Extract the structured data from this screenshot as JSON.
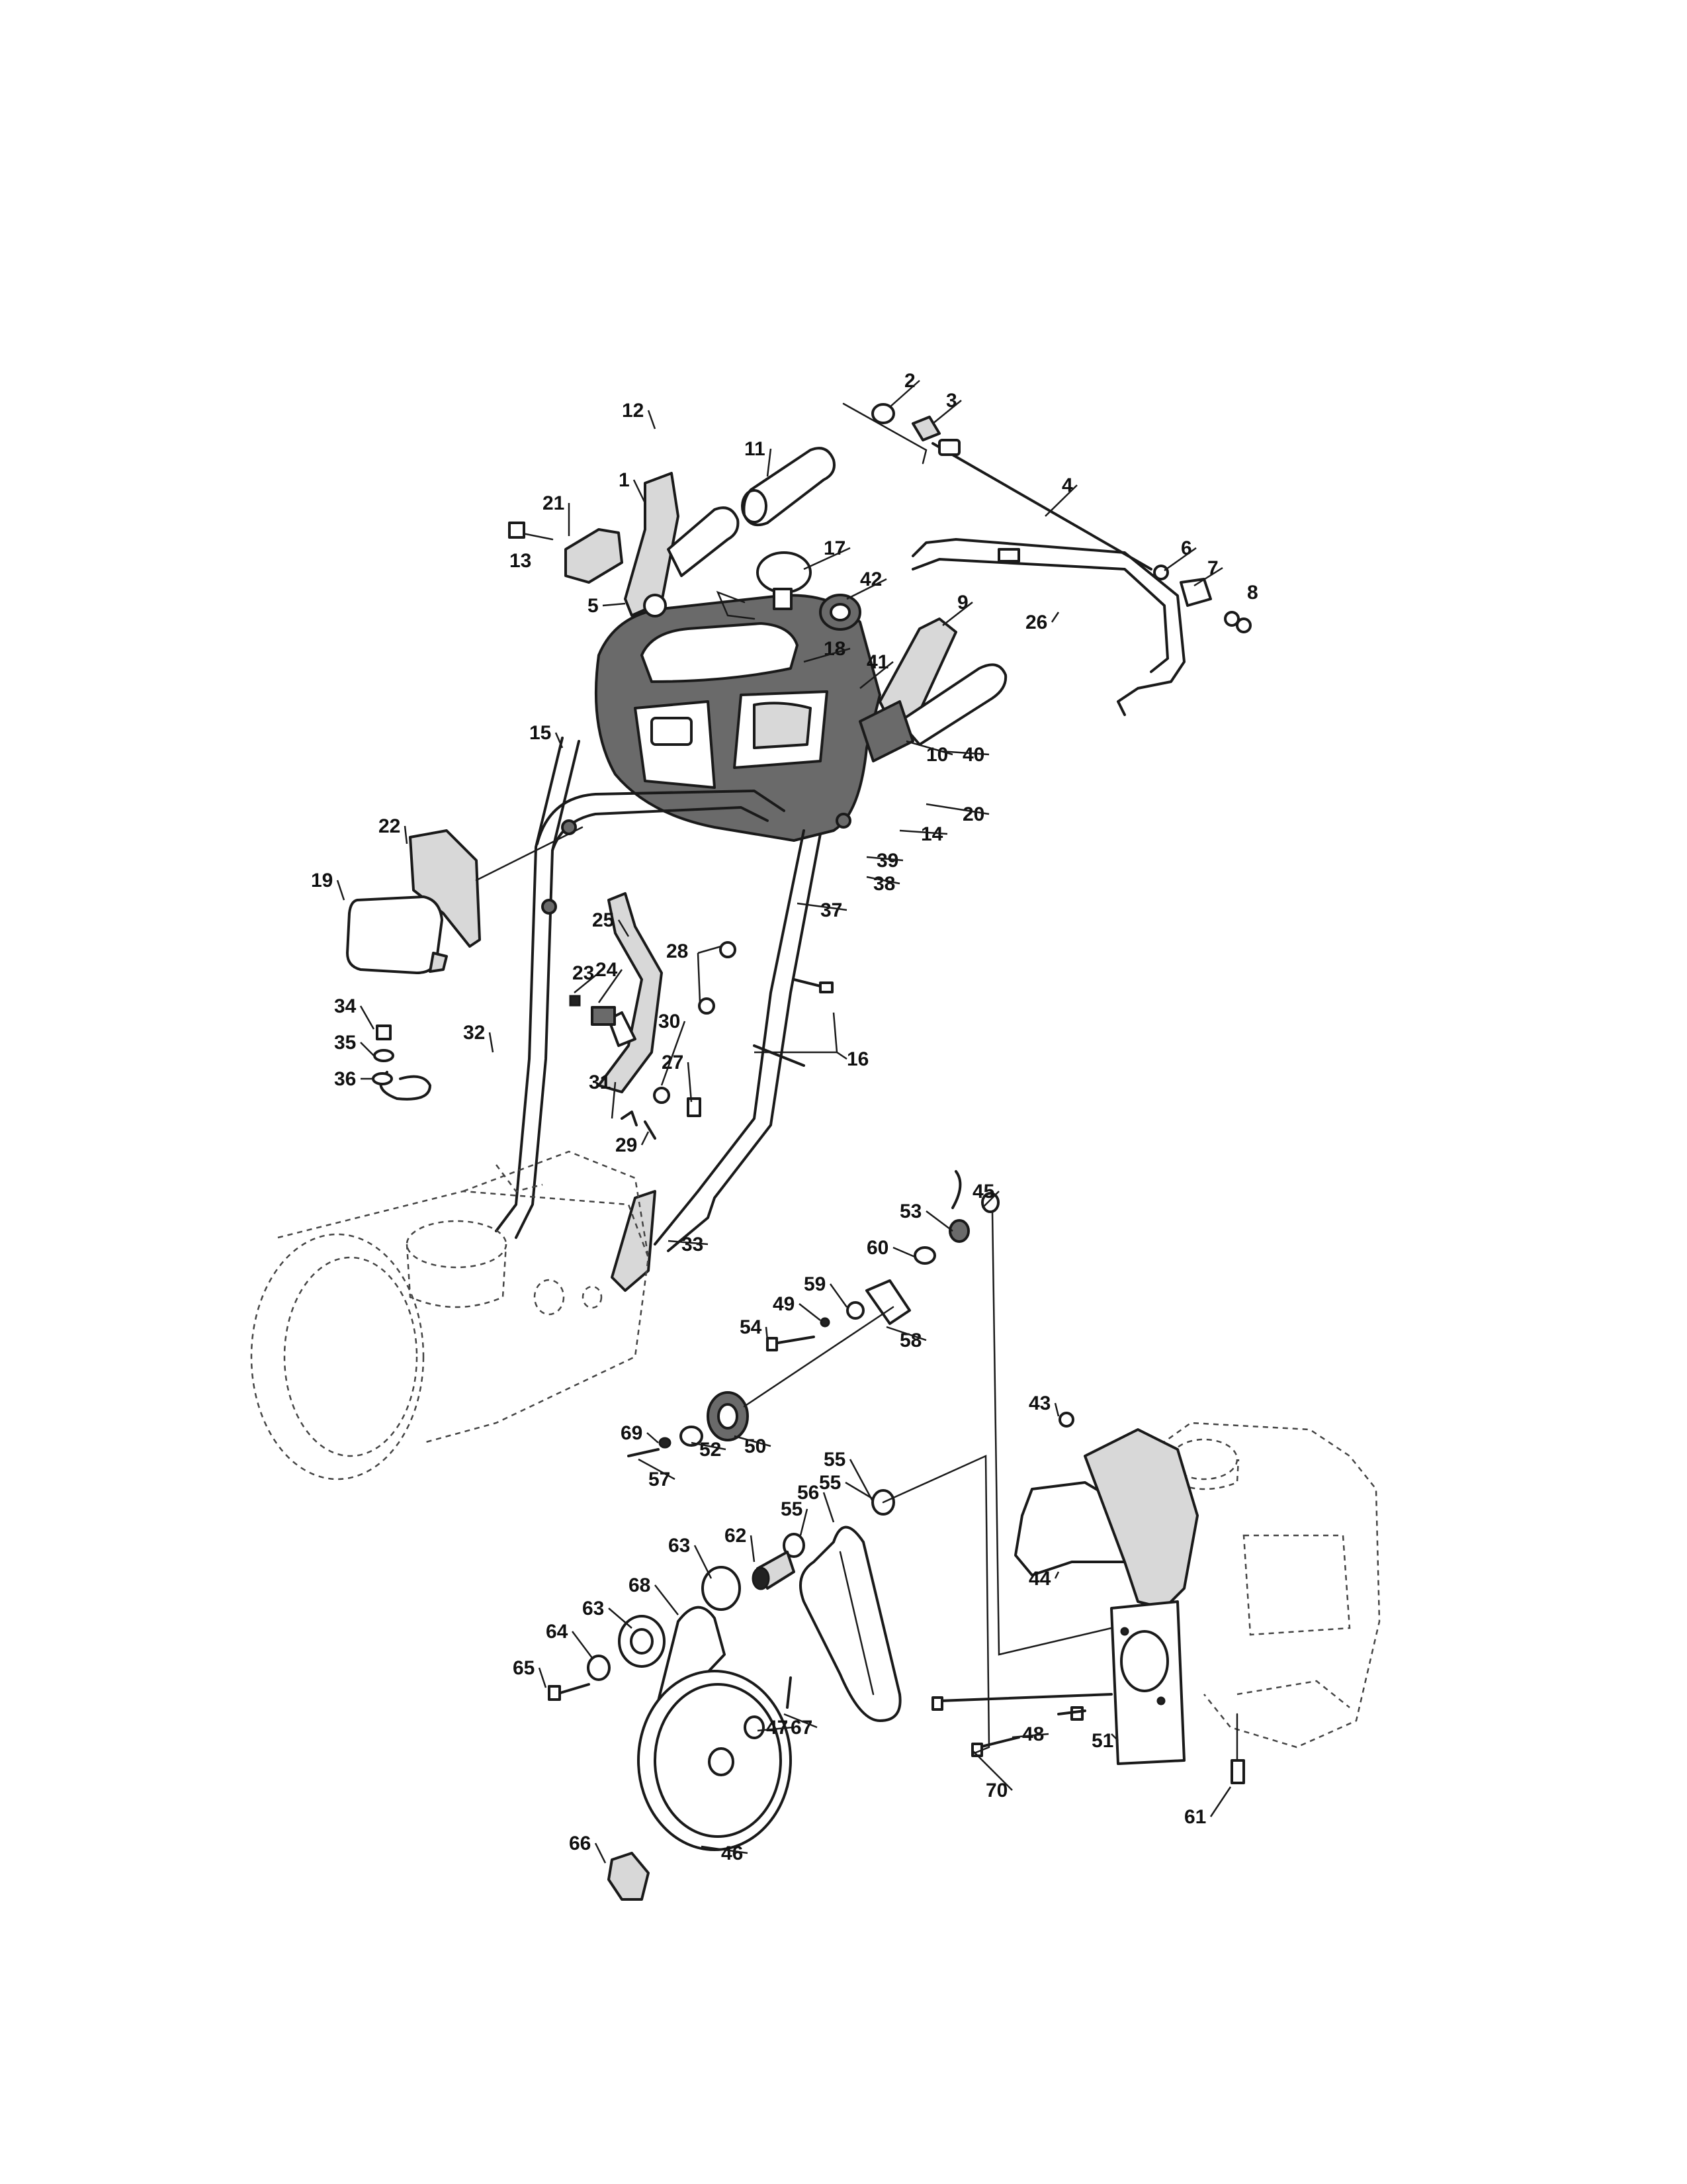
{
  "diagram": {
    "part_numbers": [
      "1",
      "2",
      "3",
      "4",
      "5",
      "6",
      "7",
      "8",
      "9",
      "10",
      "11",
      "12",
      "13",
      "14",
      "15",
      "16",
      "17",
      "18",
      "19",
      "20",
      "21",
      "22",
      "23",
      "24",
      "25",
      "26",
      "27",
      "28",
      "29",
      "30",
      "31",
      "32",
      "33",
      "34",
      "35",
      "36",
      "37",
      "38",
      "39",
      "40",
      "41",
      "42",
      "43",
      "44",
      "45",
      "46",
      "47",
      "48",
      "49",
      "50",
      "51",
      "52",
      "53",
      "54",
      "55",
      "56",
      "57",
      "58",
      "59",
      "60",
      "61",
      "62",
      "63",
      "64",
      "65",
      "66",
      "67",
      "68",
      "69",
      "70"
    ]
  }
}
